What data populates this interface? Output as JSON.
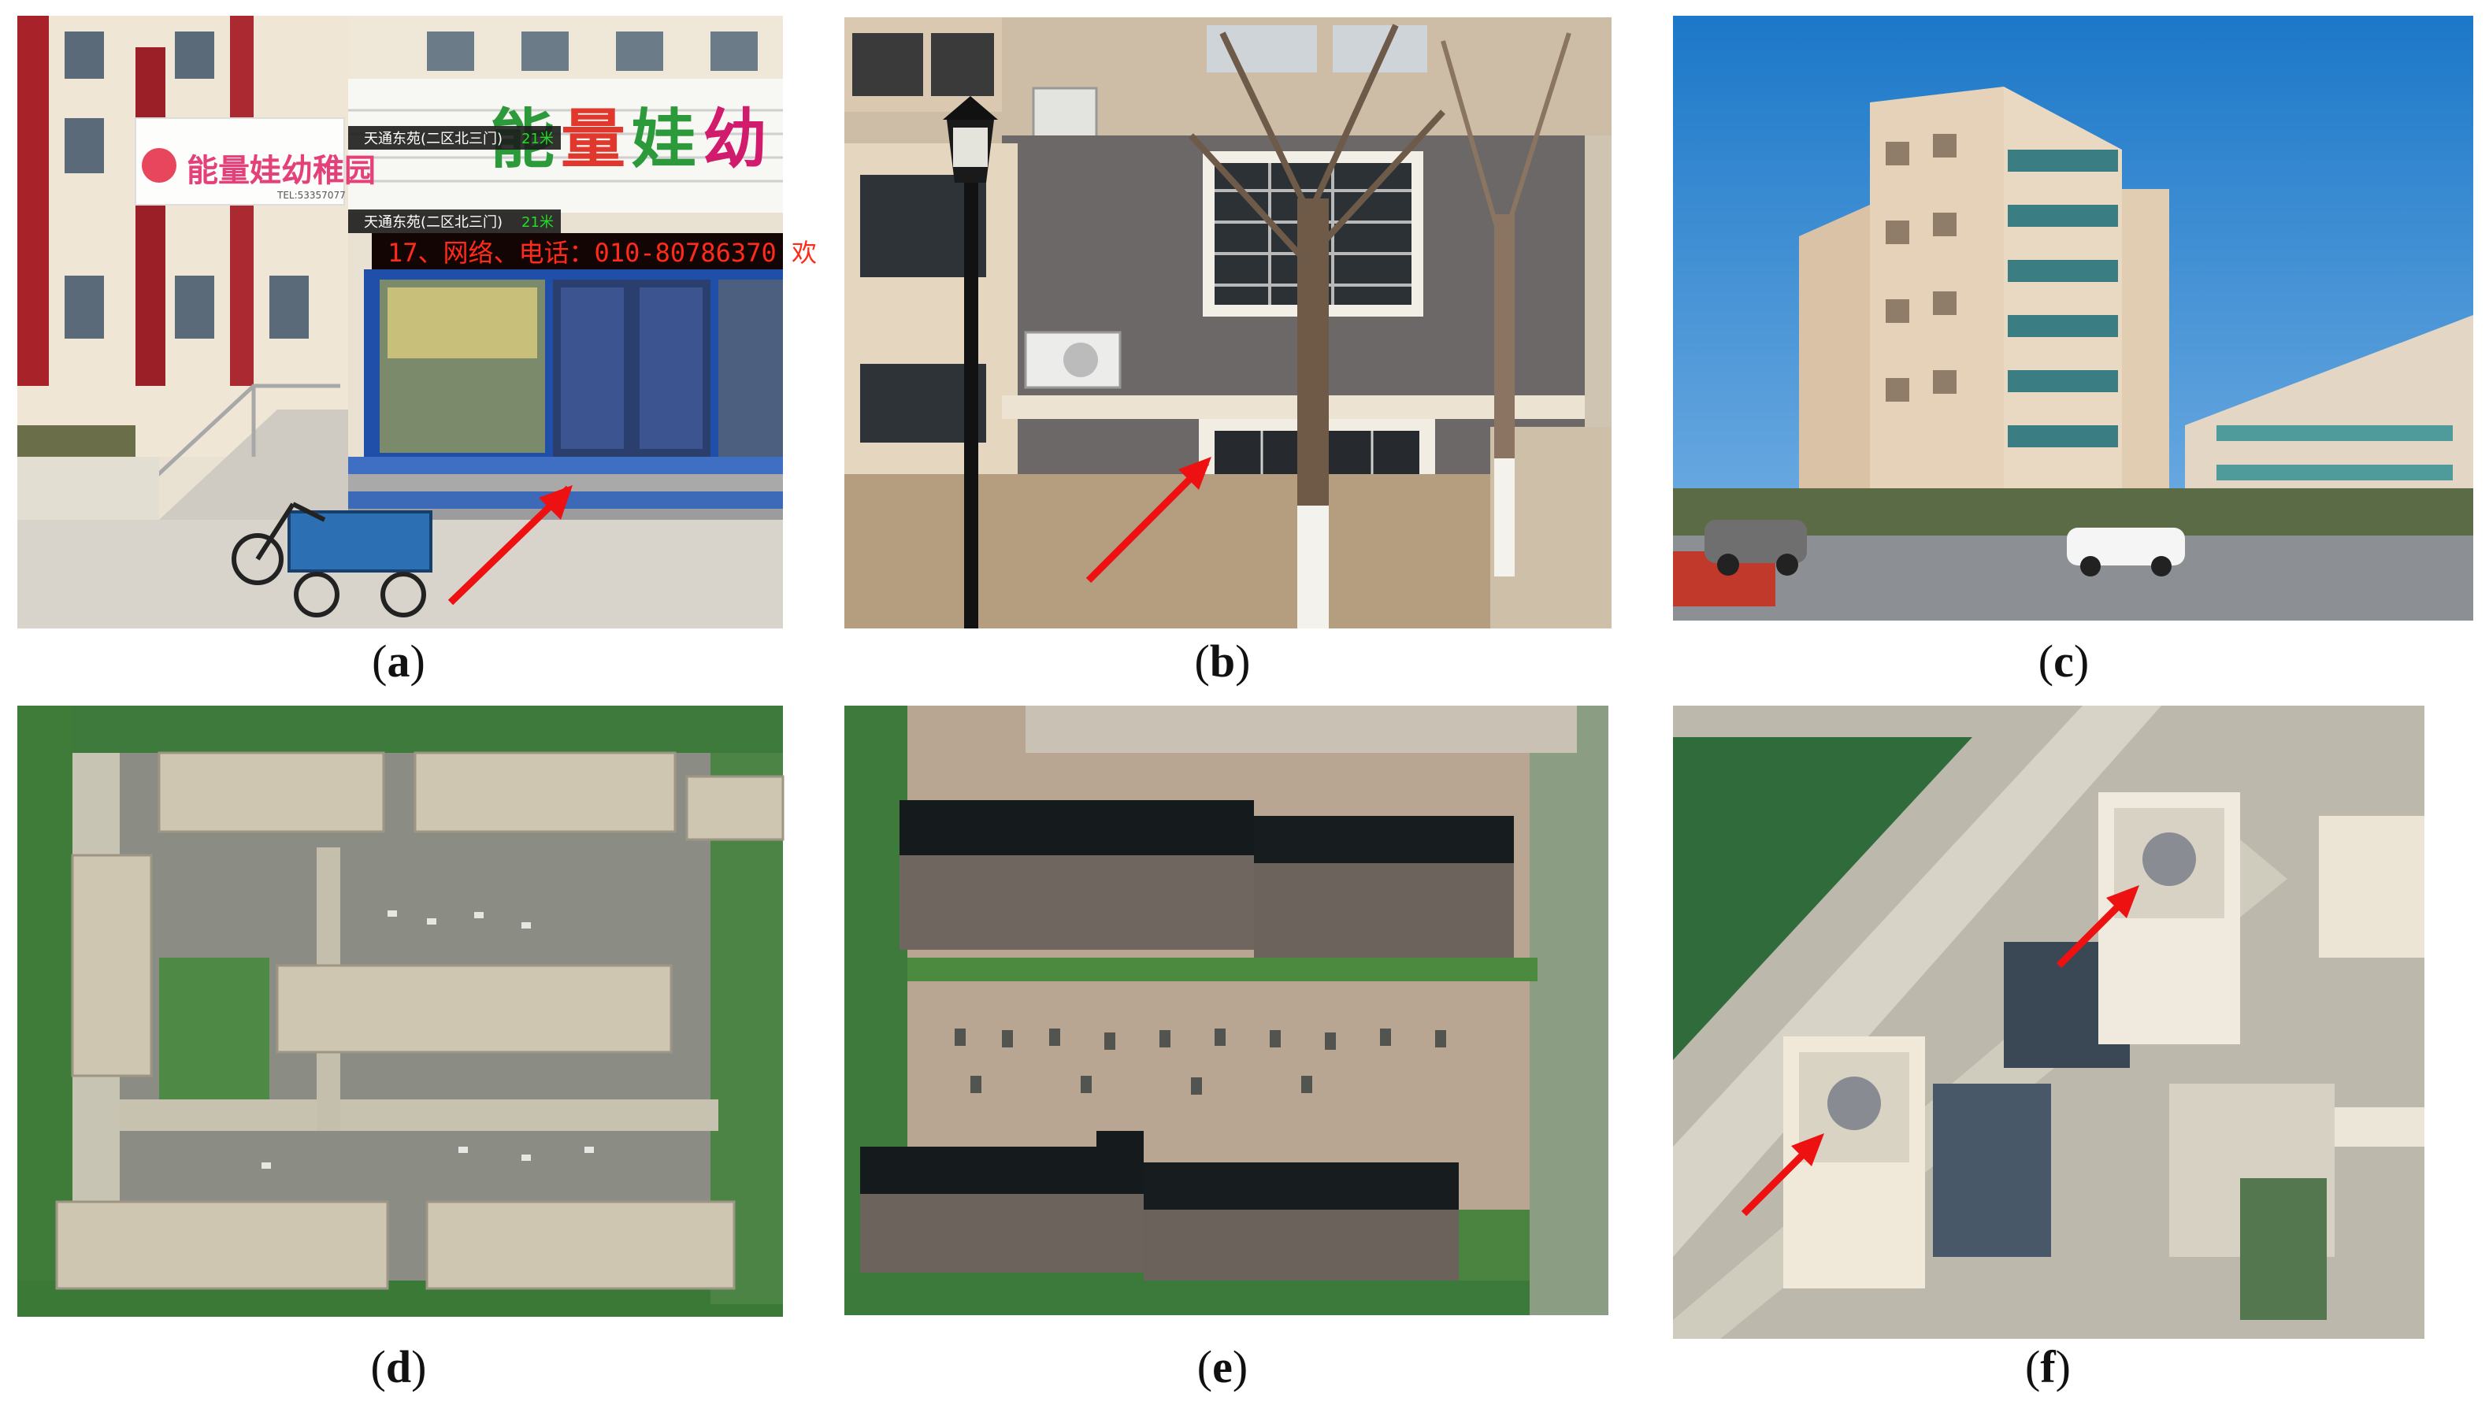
{
  "panels": [
    {
      "letter": "a",
      "overlays": {
        "sign_text": "能量娃幼稚园",
        "sign_tel": "TEL:53357077",
        "tag1_place": "天通东苑(二区北三门)",
        "tag1_dist": "21米",
        "tag2_place": "天通东苑(二区北三门)",
        "tag2_dist": "21米",
        "led_text": "17、网络、电话：010-80786370 欢"
      }
    },
    {
      "letter": "b"
    },
    {
      "letter": "c"
    },
    {
      "letter": "d"
    },
    {
      "letter": "e"
    },
    {
      "letter": "f"
    }
  ],
  "colors": {
    "arrow": "#ee1111",
    "led": "#ff2a1a",
    "tag_green": "#22dd22"
  }
}
